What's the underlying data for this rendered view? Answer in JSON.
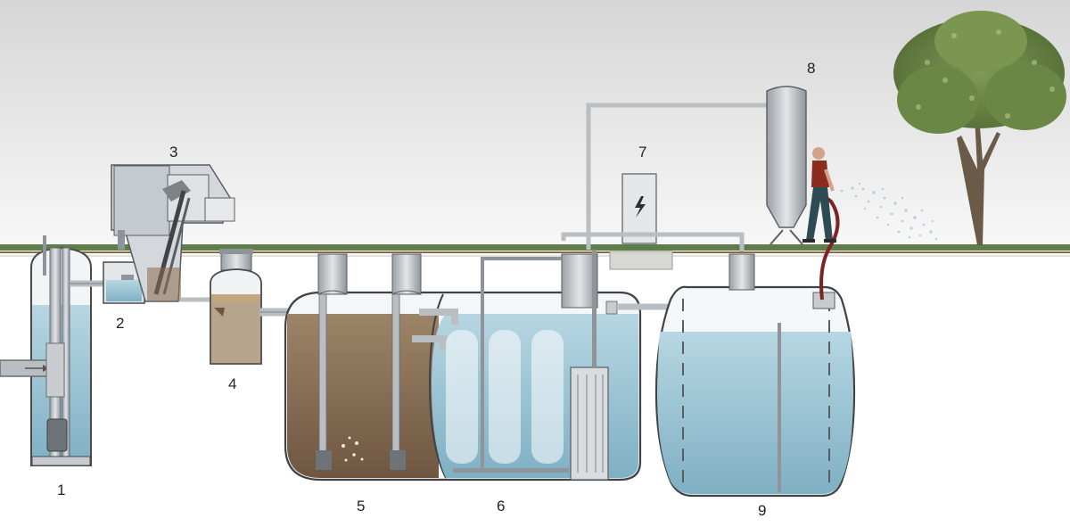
{
  "colors": {
    "sky_top": "#d9d9d9",
    "sky_bottom": "#f7f7f7",
    "grass": "#5f7d49",
    "soil_line": "#8b6a4a",
    "clean_water": "#9ec8d8",
    "sludge": "#8a6c4c",
    "tank_outline": "#4a4a4a",
    "pipe": "#b9bec3",
    "hose": "#7a2424"
  },
  "labels": {
    "l1": "1",
    "l2": "2",
    "l3": "3",
    "l4": "4",
    "l5": "5",
    "l6": "6",
    "l7": "7",
    "l8": "8",
    "l9": "9"
  },
  "icons": {
    "control_box": "lightning-bolt-icon"
  }
}
